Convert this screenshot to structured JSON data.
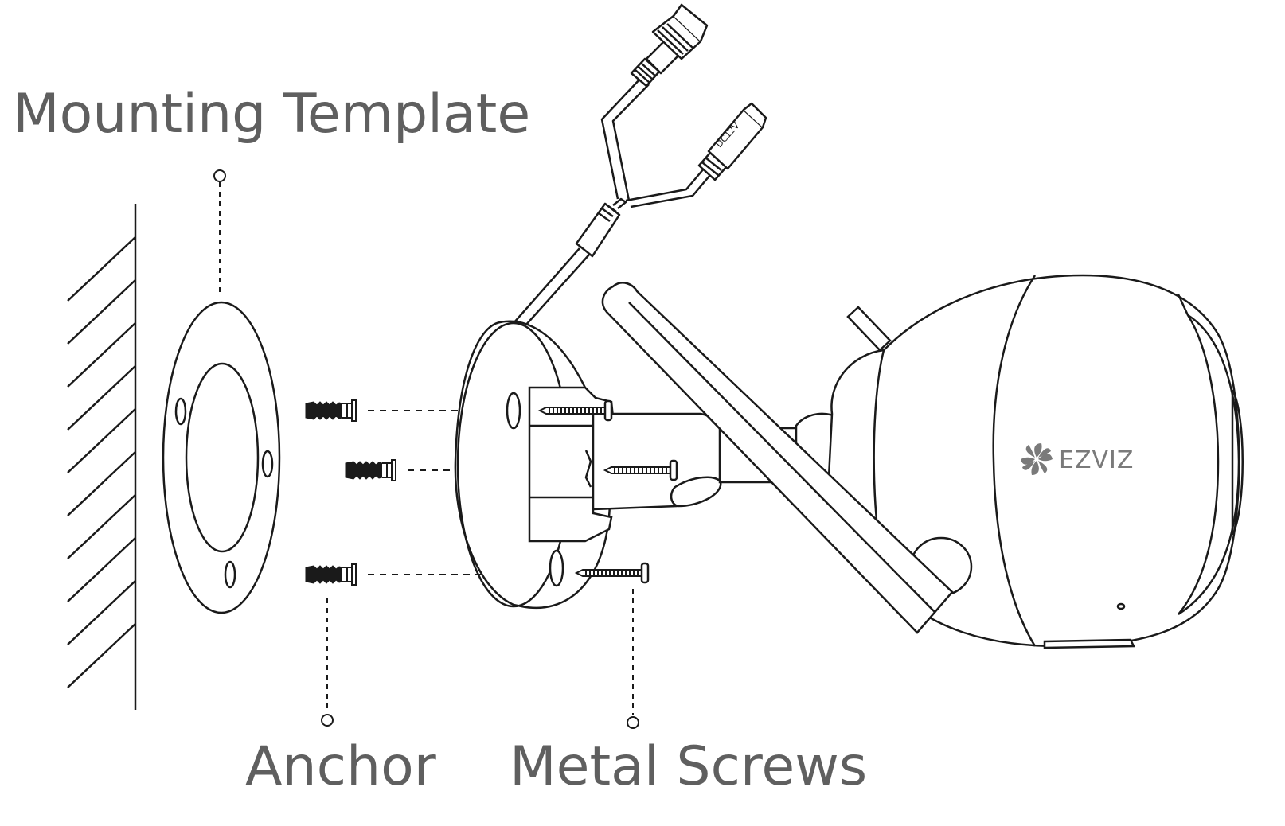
{
  "labels": {
    "mounting_template": "Mounting Template",
    "anchor": "Anchor",
    "metal_screws": "Metal Screws"
  },
  "camera": {
    "brand": "EZVIZ",
    "power_connector_text": "DC12V"
  },
  "colors": {
    "line": "#1a1a1a",
    "label_text": "#5f5f5f",
    "brand_text": "#7a7a7a"
  }
}
